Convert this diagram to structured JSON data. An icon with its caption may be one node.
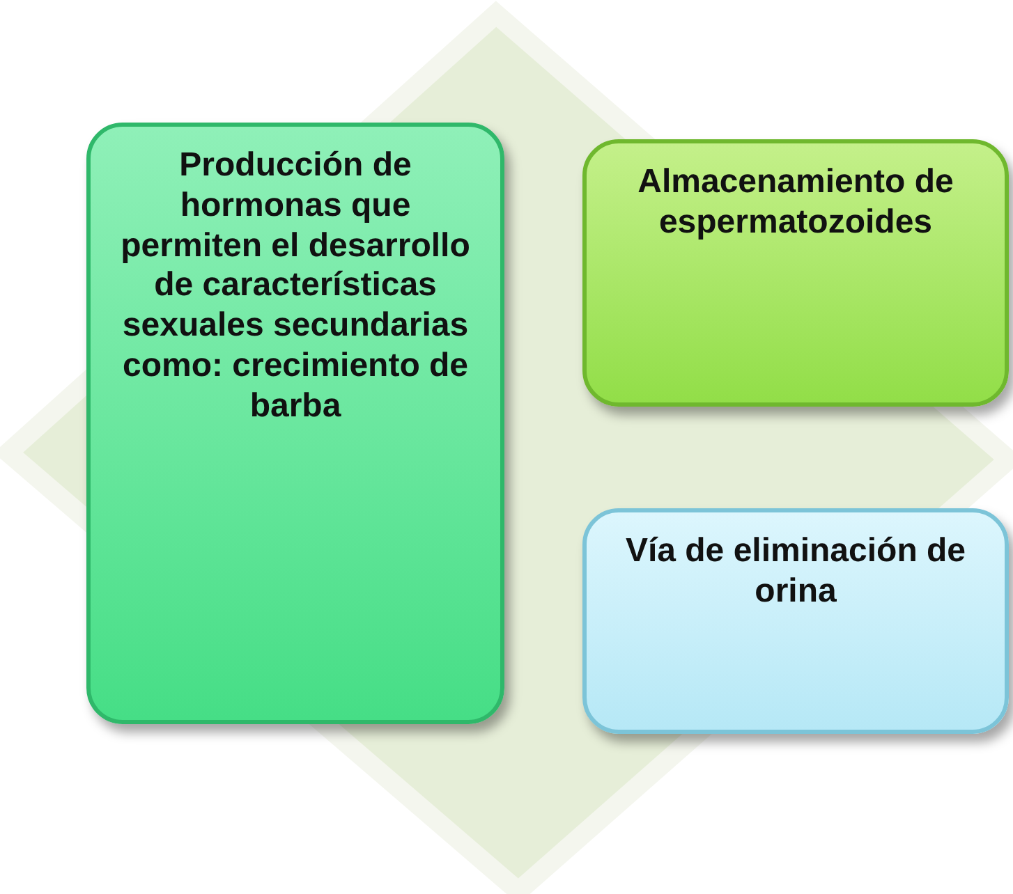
{
  "diagram": {
    "nodes": [
      {
        "text": [
          "Producción de hormonas que permiten el desarrollo de características sexuales secundarias como: crecimiento de barba"
        ]
      },
      {
        "text": [
          "Almacenamiento de espermatozoides"
        ]
      },
      {
        "text": [
          "Vía de eliminación de orina"
        ]
      }
    ]
  }
}
